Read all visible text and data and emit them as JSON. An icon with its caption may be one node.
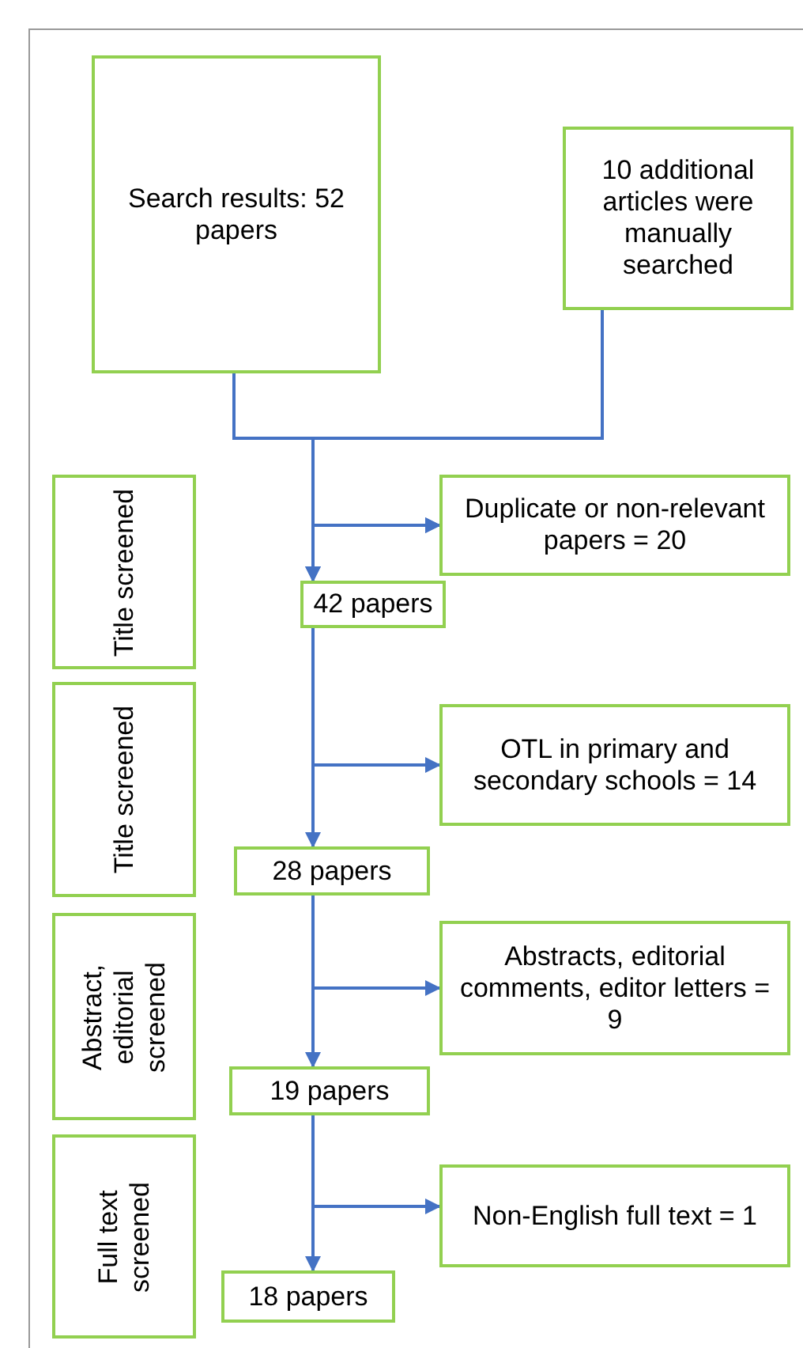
{
  "diagram": {
    "nodes": [
      {
        "text": [
          "Search results: 52 papers"
        ]
      },
      {
        "text": [
          "10 additional articles were manually searched"
        ]
      },
      {
        "text": [
          "Title screened"
        ]
      },
      {
        "text": [
          "Duplicate or non-relevant papers = 20"
        ]
      },
      {
        "text": [
          "42 papers"
        ]
      },
      {
        "text": [
          "Title screened"
        ]
      },
      {
        "text": [
          "OTL in primary and secondary schools = 14"
        ]
      },
      {
        "text": [
          "28 papers"
        ]
      },
      {
        "text": [
          "Abstract, editorial screened"
        ]
      },
      {
        "text": [
          "Abstracts, editorial comments, editor letters = 9"
        ]
      },
      {
        "text": [
          "19 papers"
        ]
      },
      {
        "text": [
          "Full text screened"
        ]
      },
      {
        "text": [
          "Non-English full text = 1"
        ]
      },
      {
        "text": [
          "18 papers"
        ]
      }
    ],
    "edges": [
      {
        "from": 0,
        "to": 4,
        "arrow": "to"
      },
      {
        "from": 1,
        "to": 4,
        "arrow": "to"
      },
      {
        "from": 0,
        "to": 3,
        "arrow": "to"
      },
      {
        "from": 1,
        "to": 3,
        "arrow": "to"
      },
      {
        "from": 4,
        "to": 7,
        "arrow": "to"
      },
      {
        "from": 4,
        "to": 6,
        "arrow": "to"
      },
      {
        "from": 7,
        "to": 10,
        "arrow": "to"
      },
      {
        "from": 7,
        "to": 9,
        "arrow": "to"
      },
      {
        "from": 10,
        "to": 13,
        "arrow": "to"
      },
      {
        "from": 10,
        "to": 12,
        "arrow": "to"
      }
    ]
  }
}
